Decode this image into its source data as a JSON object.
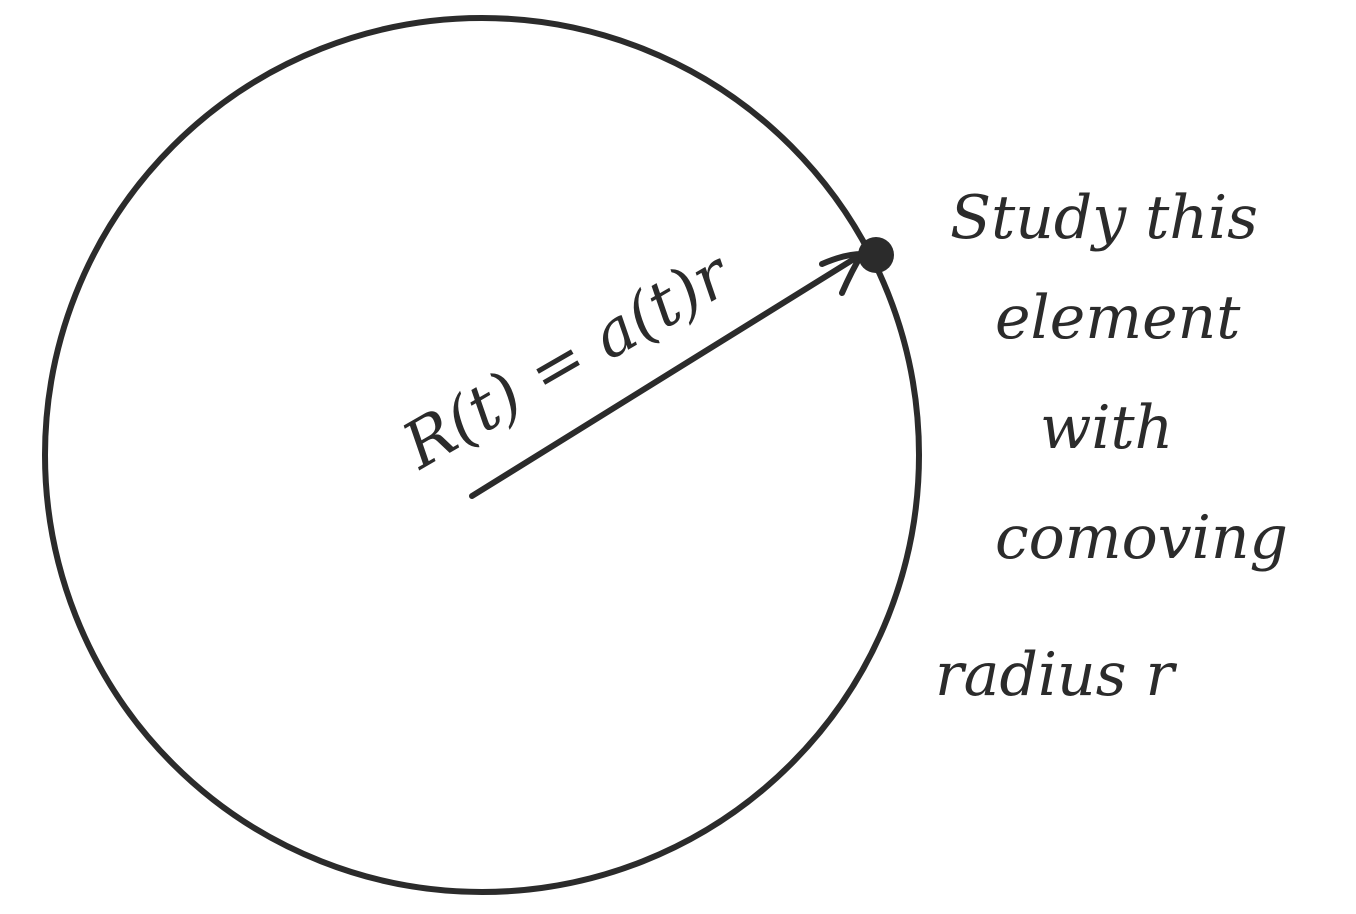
{
  "equation": "R(t) = a(t)r",
  "note": {
    "lines": [
      "Study this",
      "element",
      "with",
      "comoving",
      "radius r"
    ]
  },
  "colors": {
    "ink": "#2b2b2b",
    "background": "#ffffff"
  }
}
